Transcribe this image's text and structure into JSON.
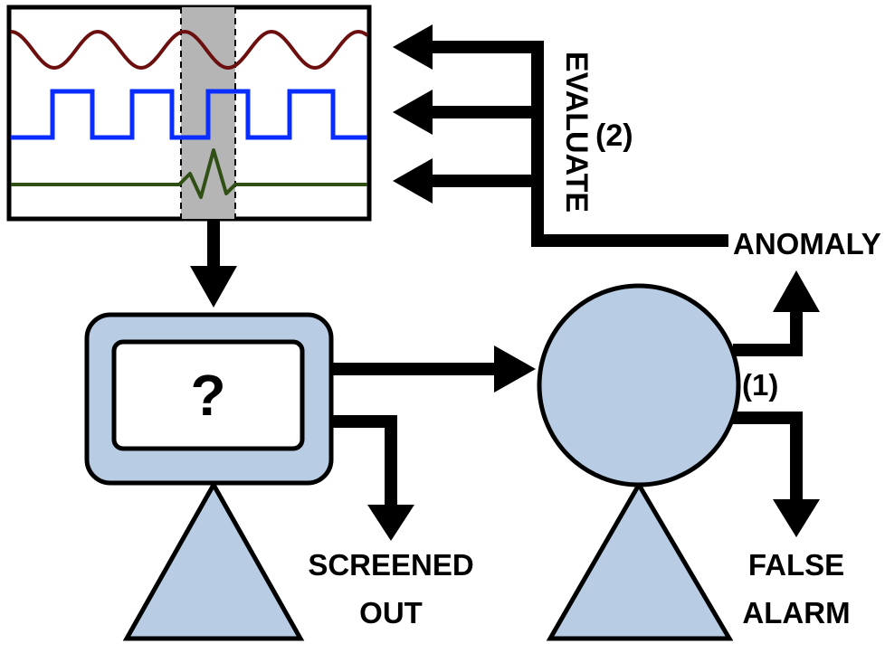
{
  "labels": {
    "evaluate": "EVALUATE",
    "step_two": "(2)",
    "anomaly": "ANOMALY",
    "question": "?",
    "step_one": "(1)",
    "screened_line1": "SCREENED",
    "screened_line2": "OUT",
    "false_line1": "FALSE",
    "false_line2": "ALARM"
  },
  "colors": {
    "sine_signal": "#6b0f0f",
    "square_signal": "#0a2dff",
    "flat_signal": "#2f4f14",
    "highlight_band": "#b5b5b5",
    "node_fill": "#b8cce4",
    "stroke": "#000000"
  },
  "icons": {
    "screening_node": "monitor-with-question-mark",
    "analyst_node": "circle-head-person"
  }
}
